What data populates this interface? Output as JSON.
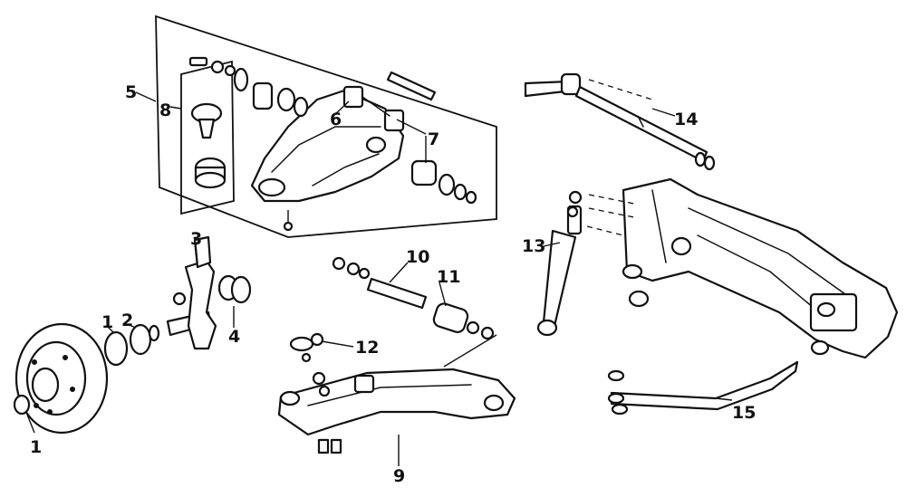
{
  "diagram": {
    "callouts": [
      "1",
      "1",
      "2",
      "3",
      "4",
      "5",
      "6",
      "7",
      "8",
      "9",
      "10",
      "11",
      "12",
      "13",
      "14",
      "15"
    ],
    "colors": {
      "ink": "#111111",
      "background": "#ffffff"
    }
  }
}
